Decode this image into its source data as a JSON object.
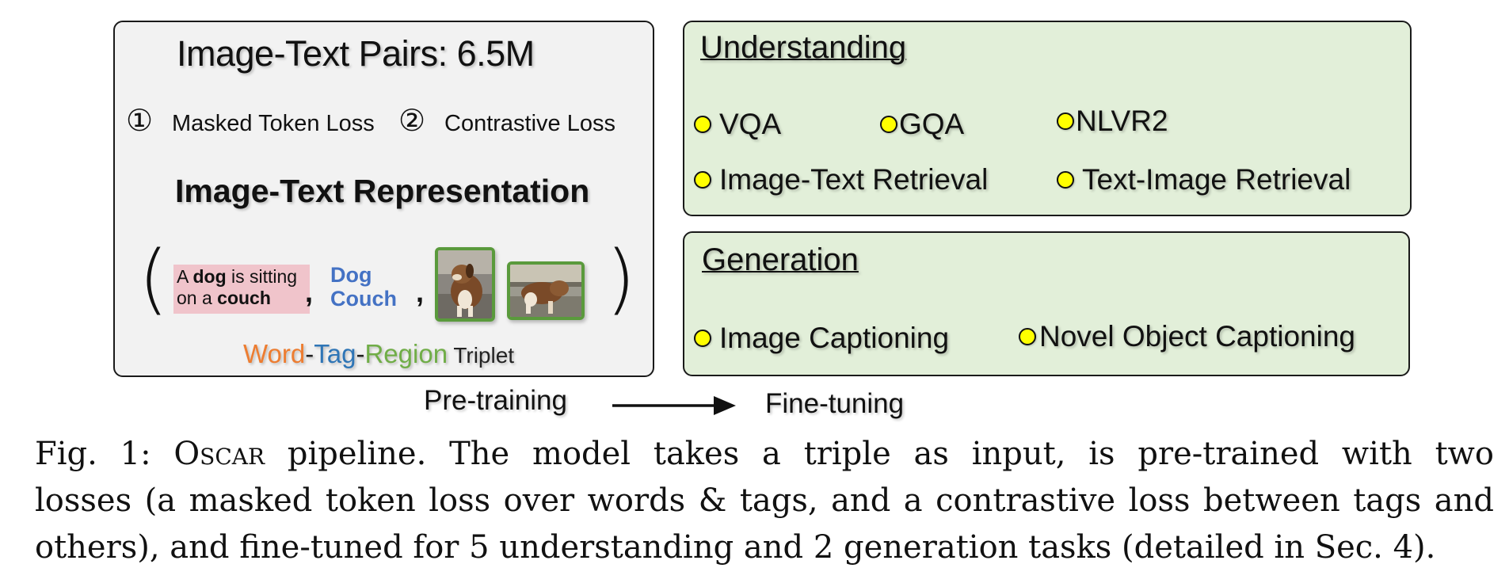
{
  "pretraining": {
    "pairs_title": "Image-Text Pairs: 6.5M",
    "loss1_num": "①",
    "loss1_label": "Masked Token Loss",
    "loss2_num": "②",
    "loss2_label": "Contrastive Loss",
    "representation_title": "Image-Text  Representation",
    "open_paren": "(",
    "close_paren": ")",
    "caption": {
      "l1_a": "A ",
      "l1_b": "dog",
      "l1_c": " is sitting",
      "l2_a": "on a ",
      "l2_b": "couch"
    },
    "comma": ",",
    "tags": [
      "Dog",
      "Couch"
    ],
    "triplet": {
      "word": "Word",
      "dash1": "-",
      "tag": "Tag",
      "dash2": "-",
      "region": "Region",
      "suffix": " Triplet"
    }
  },
  "understanding": {
    "title": "Understanding",
    "tasks": [
      "VQA",
      "GQA",
      "NLVR2",
      "Image-Text Retrieval",
      "Text-Image Retrieval"
    ]
  },
  "generation": {
    "title": "Generation",
    "tasks": [
      "Image Captioning",
      "Novel Object Captioning"
    ]
  },
  "stages": {
    "pretraining": "Pre-training",
    "finetuning": "Fine-tuning"
  },
  "caption": {
    "fig_label": "Fig. 1: ",
    "model_name": "Oscar",
    "line1_rest": " pipeline. The model takes a triple as input, is pre-trained with two",
    "line2": "losses (a masked token loss over words & tags, and a contrastive loss between tags and",
    "line3": "others), and fine-tuned for 5 understanding and 2 generation tasks (detailed in Sec. 4)."
  },
  "colors": {
    "pretrain_bg": "#f2f2f2",
    "task_bg": "#e2efd9",
    "bullet": "#ffff00",
    "tag_blue": "#4472c4",
    "word_orange": "#ed7d31",
    "region_green": "#70ad47",
    "caption_highlight": "#f0c4cb"
  }
}
